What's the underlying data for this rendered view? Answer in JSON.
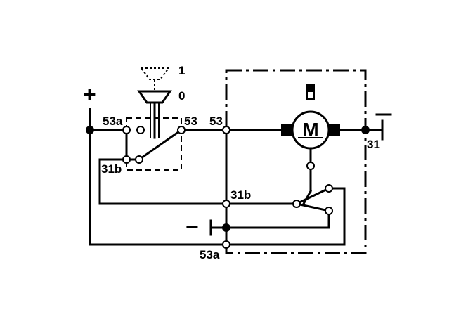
{
  "labels": {
    "plus": "+",
    "minus": "−",
    "t53a_top": "53a",
    "t31b_left": "31b",
    "t53_switch": "53",
    "t53_motor": "53",
    "t31b_mid": "31b",
    "t31": "31",
    "t53a_bottom": "53a",
    "pos1": "1",
    "pos0": "0",
    "motor": "M"
  },
  "colors": {
    "line": "#000000",
    "background": "#ffffff"
  }
}
